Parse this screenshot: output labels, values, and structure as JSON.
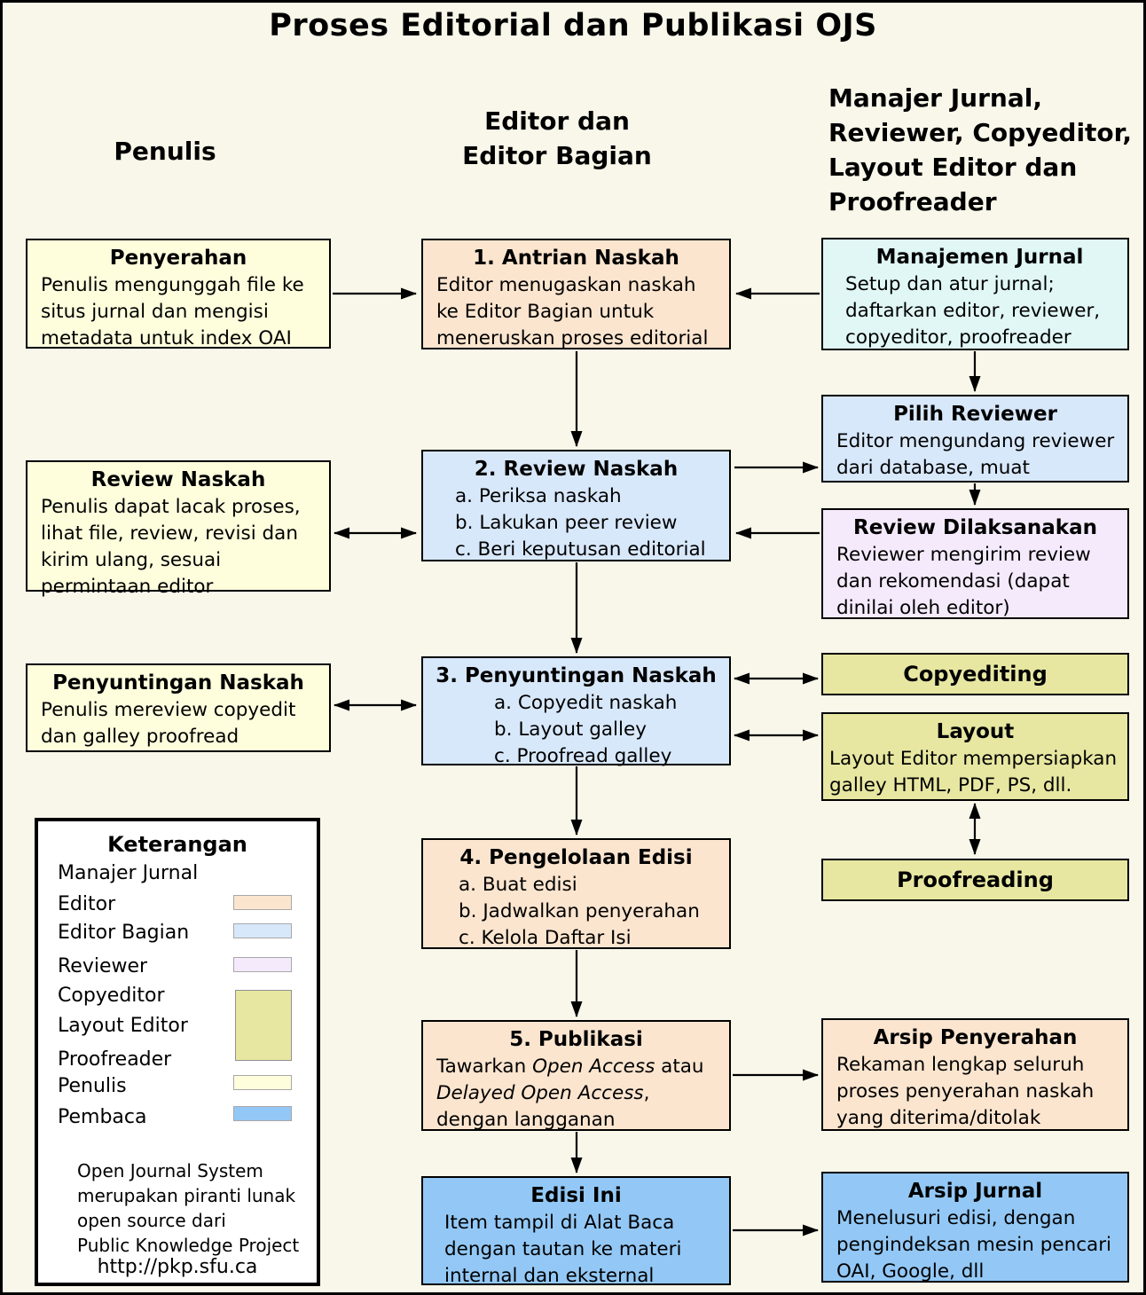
{
  "title": "Proses Editorial dan Publikasi OJS",
  "column_headers": {
    "penulis": "Penulis",
    "editor": [
      "Editor dan",
      "Editor Bagian"
    ],
    "manajer": [
      "Manajer Jurnal,",
      "Reviewer, Copyeditor,",
      "Layout Editor dan",
      "Proofreader"
    ]
  },
  "boxes": {
    "penyerahan": {
      "title": "Penyerahan",
      "body": "Penulis mengunggah file ke situs jurnal dan mengisi metadata untuk index OAI"
    },
    "antrian": {
      "title": "1. Antrian Naskah",
      "body": "Editor menugaskan naskah ke Editor Bagian untuk meneruskan proses editorial"
    },
    "manajemen_jurnal": {
      "title": "Manajemen Jurnal",
      "body": "Setup dan atur jurnal; daftarkan editor, reviewer, copyeditor, proofreader"
    },
    "pilih_reviewer": {
      "title": "Pilih Reviewer",
      "body": "Editor mengundang reviewer dari database, muat"
    },
    "review_naskah_penulis": {
      "title": "Review Naskah",
      "body": "Penulis dapat lacak proses, lihat file, review, revisi dan kirim ulang, sesuai permintaan editor"
    },
    "review_naskah": {
      "title": "2. Review Naskah",
      "items": [
        "a. Periksa naskah",
        "b. Lakukan peer review",
        "c. Beri keputusan editorial"
      ]
    },
    "review_dilaksanakan": {
      "title": "Review Dilaksanakan",
      "body": "Reviewer mengirim review dan rekomendasi (dapat dinilai oleh editor)"
    },
    "penyuntingan_penulis": {
      "title": "Penyuntingan Naskah",
      "body": "Penulis mereview copyedit dan galley proofread"
    },
    "penyuntingan": {
      "title": "3. Penyuntingan Naskah",
      "items": [
        "a. Copyedit naskah",
        "b. Layout galley",
        "c. Proofread galley"
      ]
    },
    "copyediting": {
      "title": "Copyediting"
    },
    "layout": {
      "title": "Layout",
      "body": "Layout Editor mempersiapkan galley HTML, PDF, PS, dll."
    },
    "proofreading": {
      "title": "Proofreading"
    },
    "pengelolaan": {
      "title": "4. Pengelolaan Edisi",
      "items": [
        "a. Buat edisi",
        "b. Jadwalkan penyerahan",
        "c. Kelola Daftar Isi"
      ]
    },
    "publikasi": {
      "title": "5. Publikasi",
      "body_pre": "Tawarkan ",
      "body_it1": "Open Access",
      "body_mid": " atau ",
      "body_it2": "Delayed Open Access",
      "body_post": ", dengan langganan"
    },
    "arsip_penyerahan": {
      "title": "Arsip Penyerahan",
      "body": "Rekaman lengkap seluruh proses penyerahan naskah yang diterima/ditolak"
    },
    "edisi_ini": {
      "title": "Edisi Ini",
      "body": "Item tampil di Alat Baca dengan tautan ke materi internal dan eksternal"
    },
    "arsip_jurnal": {
      "title": "Arsip Jurnal",
      "body": "Menelusuri edisi, dengan pengindeksan mesin pencari OAI, Google, dll"
    }
  },
  "legend": {
    "title": "Keterangan",
    "rows": [
      {
        "label": "Manajer Jurnal"
      },
      {
        "label": "Editor"
      },
      {
        "label": "Editor Bagian"
      },
      {
        "label": "Reviewer"
      },
      {
        "label": "Copyeditor"
      },
      {
        "label": "Layout Editor"
      },
      {
        "label": "Proofreader"
      },
      {
        "label": "Penulis"
      },
      {
        "label": "Pembaca"
      }
    ],
    "footer_lines": [
      "Open Journal System",
      "merupakan piranti lunak",
      "open source dari",
      "Public Knowledge Project"
    ],
    "url": "http://pkp.sfu.ca"
  },
  "colors": {
    "background": "#f8f7ea",
    "border": "#000000",
    "penulis_yellow": "#fefedd",
    "editor_peach": "#fbe5cf",
    "editor_bagian_blue": "#d8e8fb",
    "manajer_cyan": "#e0f7f6",
    "reviewer_lavender": "#f4eafb",
    "copyeditor_khaki": "#e7e7a2",
    "pembaca_blue": "#93c8f6"
  }
}
